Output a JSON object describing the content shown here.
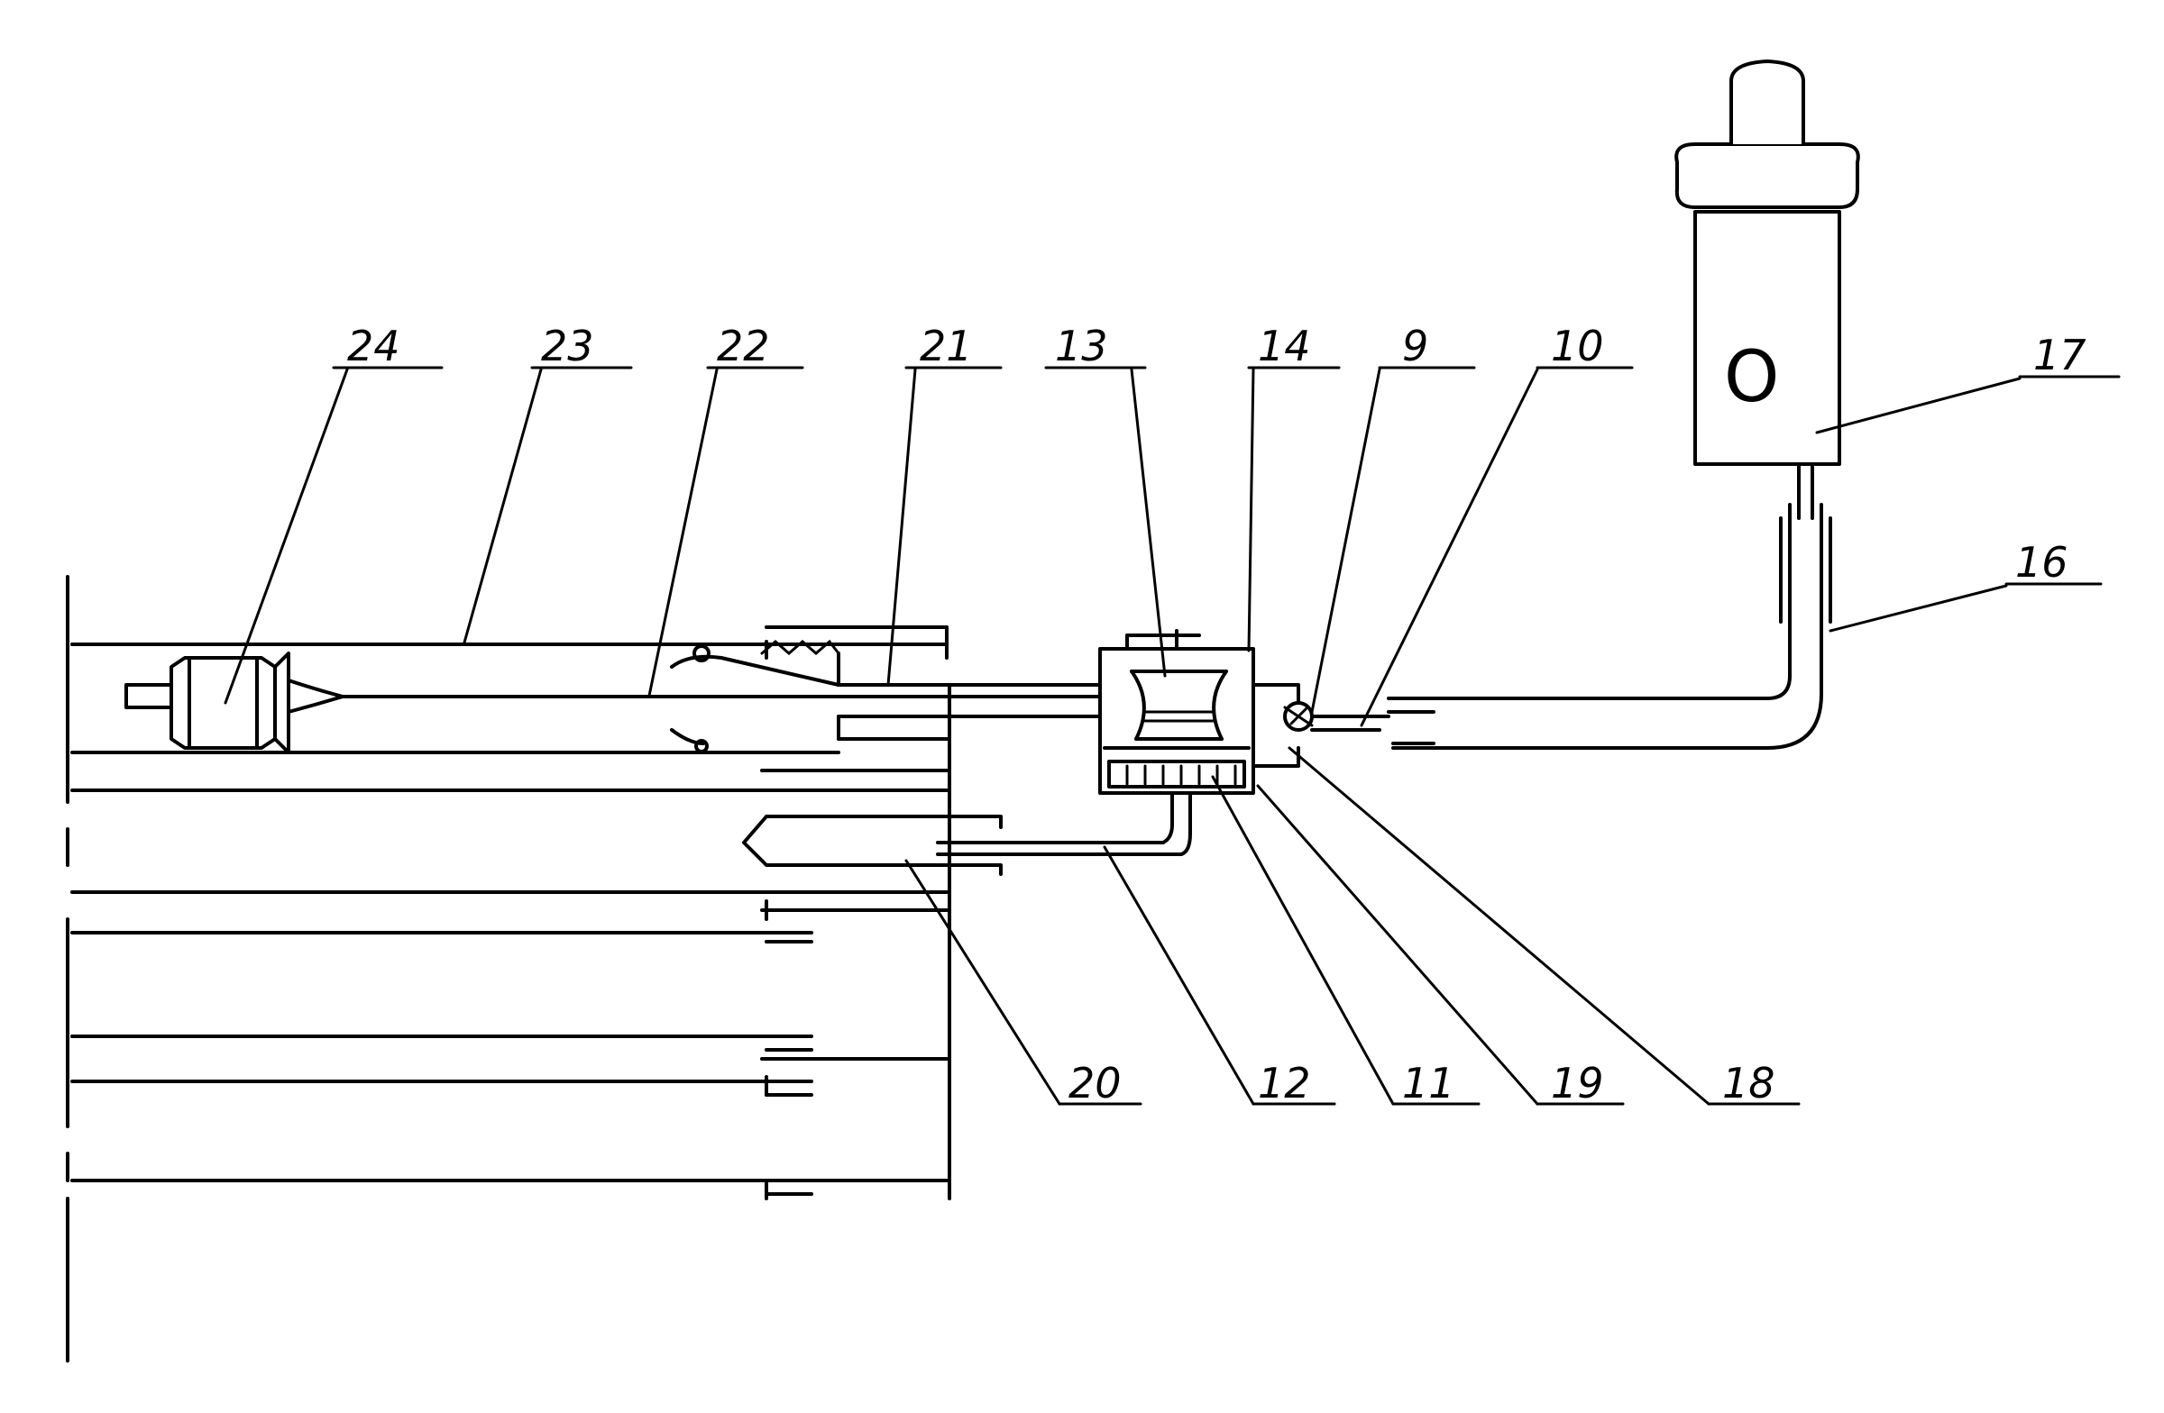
{
  "labels": {
    "l24": "24",
    "l23": "23",
    "l22": "22",
    "l21": "21",
    "l13": "13",
    "l14": "14",
    "l9": "9",
    "l10": "10",
    "l17": "17",
    "l16": "16",
    "l20": "20",
    "l12": "12",
    "l11": "11",
    "l19": "19",
    "l18": "18"
  },
  "device_mark": "O"
}
